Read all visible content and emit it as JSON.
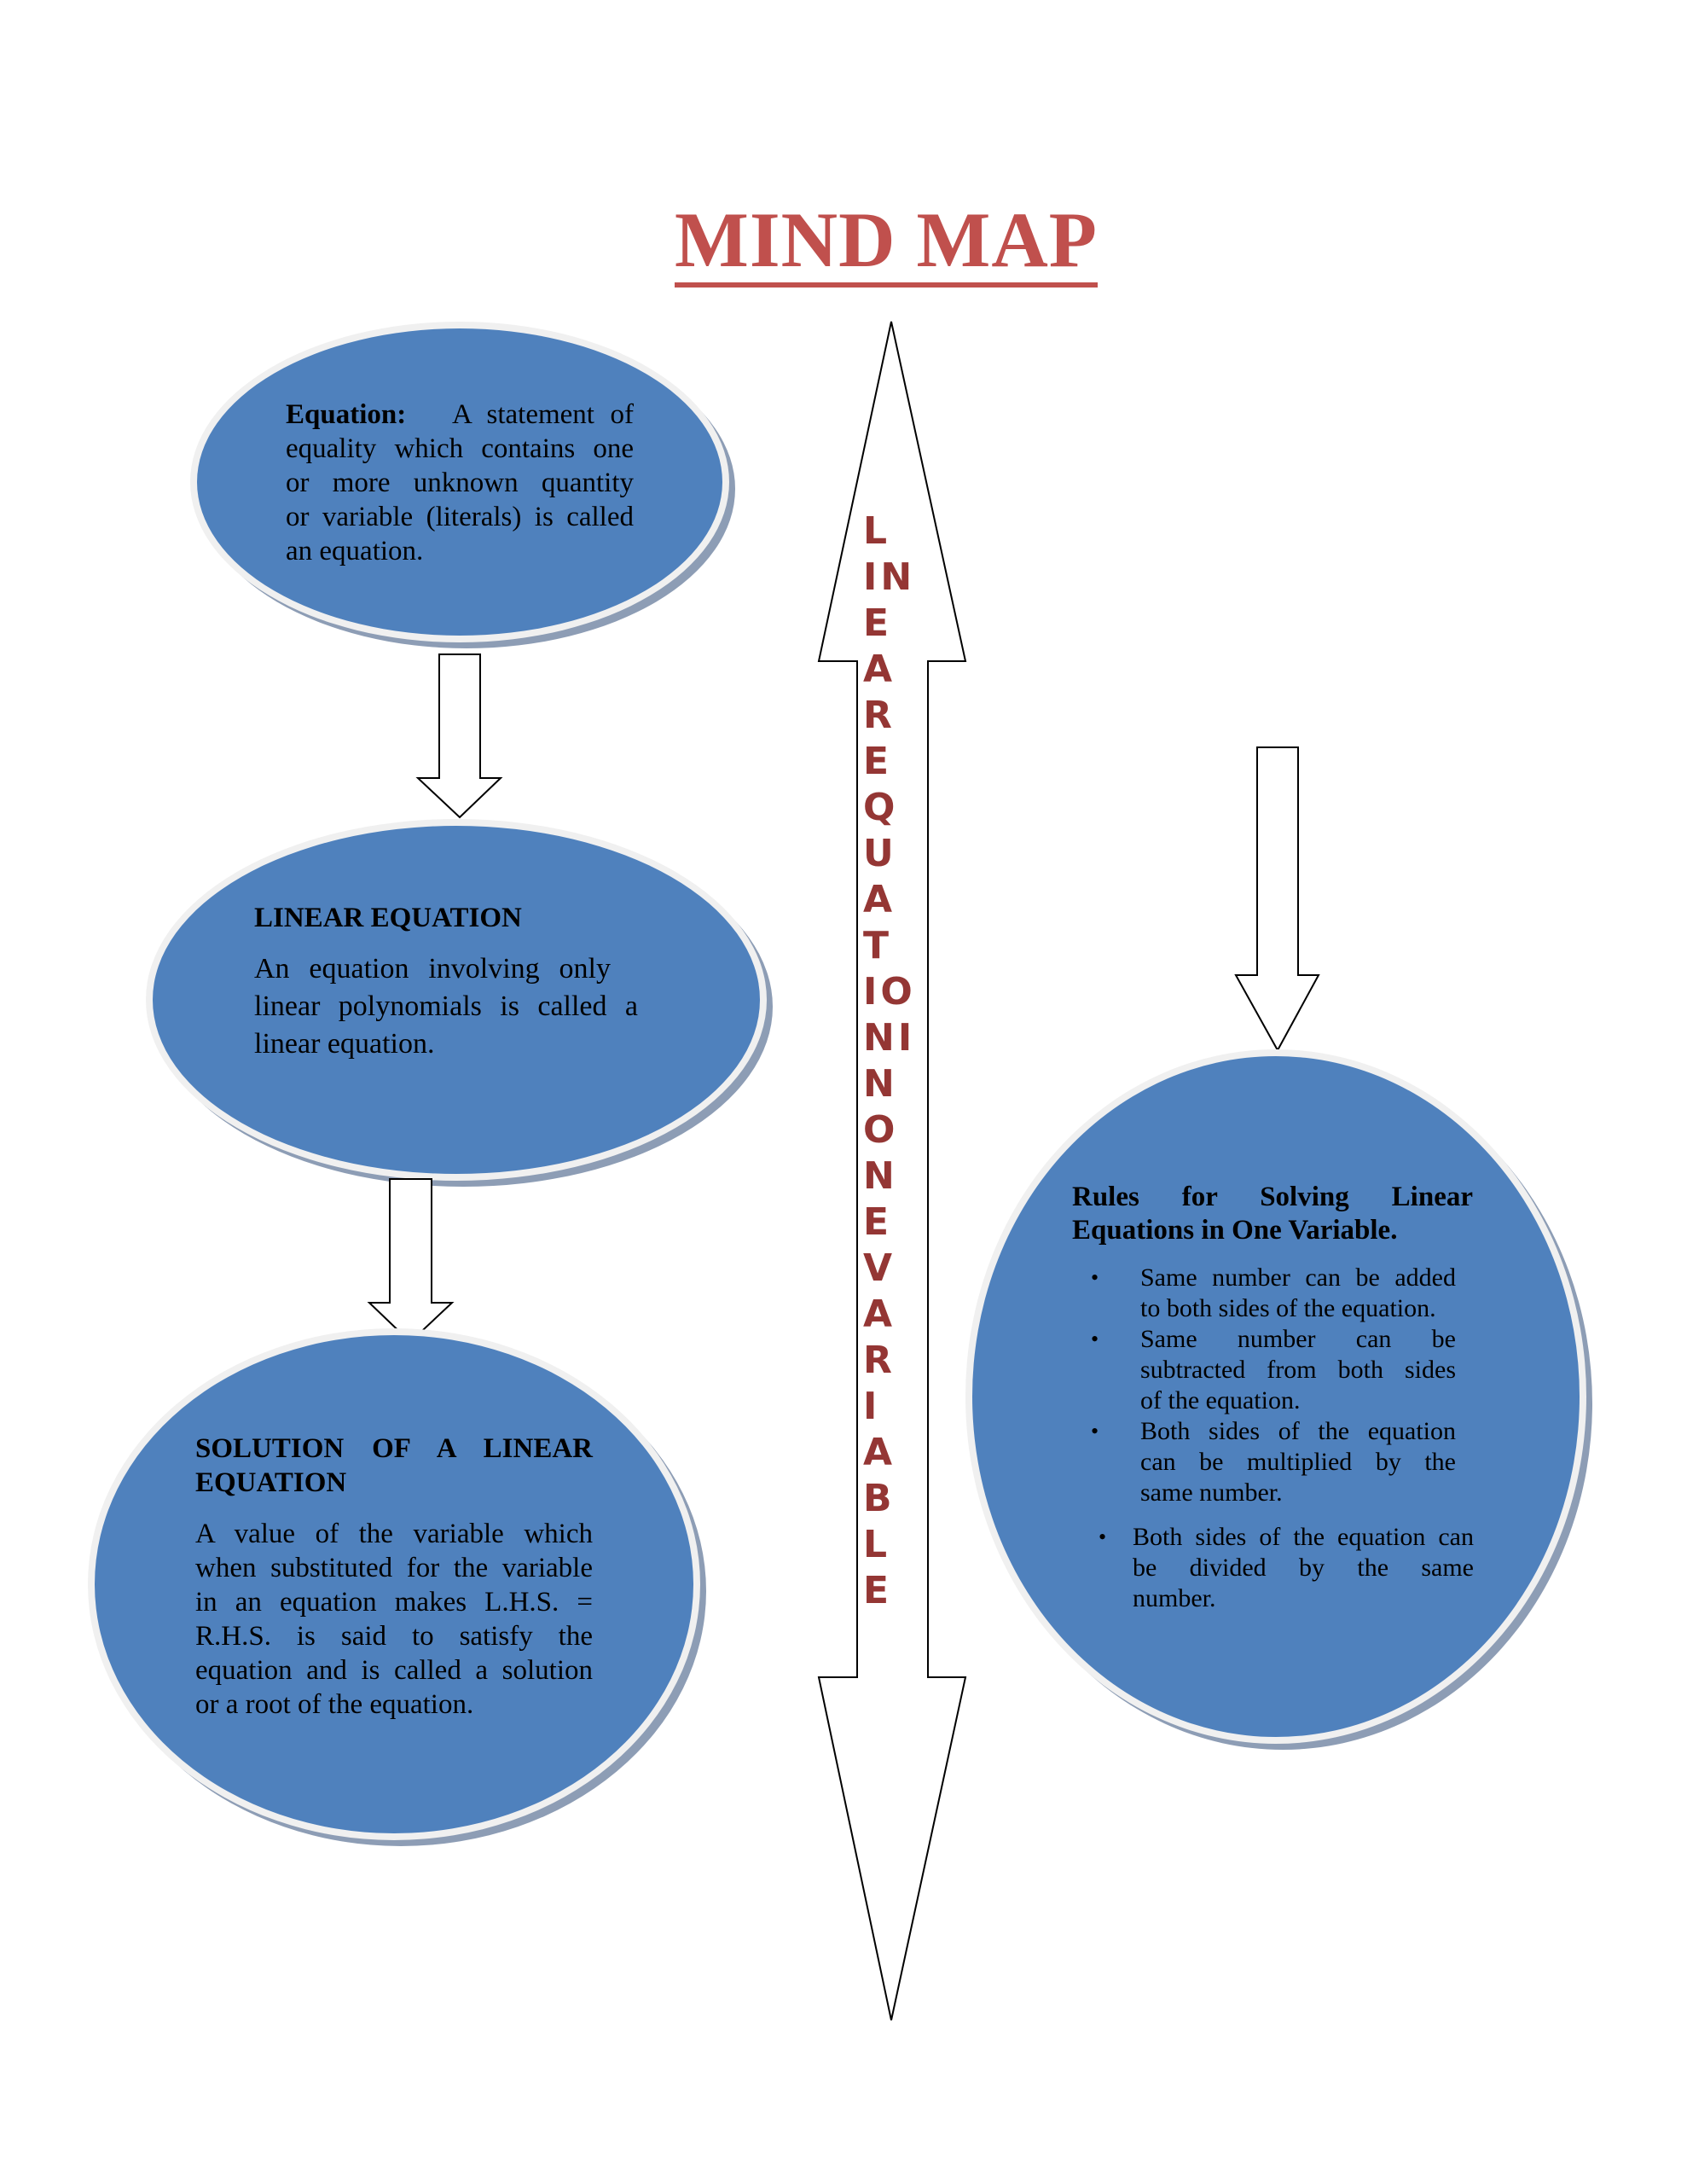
{
  "title": "MIND MAP",
  "colors": {
    "ellipse_fill": "#4f81bd",
    "title": "#c0504d",
    "vertical_text": "#943634"
  },
  "nodes": {
    "equation": {
      "term": "Equation:",
      "lines": [
        "A statement of",
        "equality which contains one",
        "or more unknown quantity",
        "or variable (literals) is called",
        "an equation."
      ]
    },
    "linear_equation": {
      "heading": "LINEAR EQUATION",
      "lines": [
        "An equation involving only",
        "linear polynomials is called a",
        "linear equation."
      ]
    },
    "solution": {
      "heading_lines": [
        "SOLUTION OF A LINEAR",
        "EQUATION"
      ],
      "lines": [
        "A value of the variable which",
        "when substituted for the variable",
        "in an equation makes L.H.S. =",
        "R.H.S. is said to satisfy the",
        "equation and is called a solution",
        "or a root of the equation."
      ]
    },
    "rules": {
      "heading_lines": [
        "Rules for Solving Linear",
        "Equations in One Variable."
      ],
      "bullet_symbol": "•",
      "bullets": [
        [
          "Same number can be added",
          "to both sides of the equation."
        ],
        [
          "Same number can be",
          "subtracted from both sides",
          "of the equation."
        ],
        [
          "Both sides of the equation",
          "can be multiplied by the",
          "same number."
        ],
        [
          "Both sides of the equation can",
          "be divided by the same",
          "number."
        ]
      ]
    }
  },
  "vertical_label": [
    "L",
    "IN",
    "E",
    "A",
    "R",
    "E",
    "Q",
    "U",
    "A",
    "T",
    "IO",
    "NI",
    "N",
    "O",
    "N",
    "E",
    "V",
    "A",
    "R",
    "I",
    "A",
    "B",
    "L",
    "E"
  ]
}
